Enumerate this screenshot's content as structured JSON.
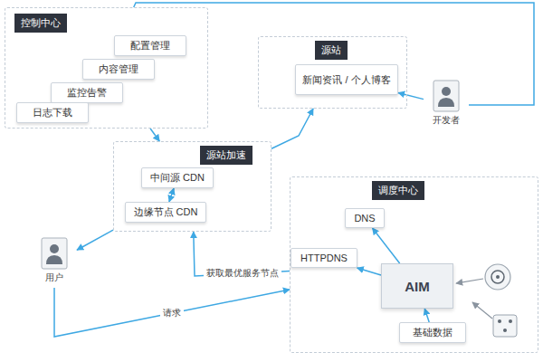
{
  "diagram": {
    "nodes": [
      {
        "text": [
          "控制中心"
        ]
      },
      {
        "text": [
          "配置管理"
        ],
        "in": 0
      },
      {
        "text": [
          "内容管理"
        ],
        "in": 0
      },
      {
        "text": [
          "监控告警"
        ],
        "in": 0
      },
      {
        "text": [
          "日志下载"
        ],
        "in": 0
      },
      {
        "text": [
          "源站"
        ]
      },
      {
        "text": [
          "新闻资讯 / 个人博客"
        ],
        "in": 5
      },
      {
        "text": [
          "开发者"
        ]
      },
      {
        "text": [
          "源站加速"
        ]
      },
      {
        "text": [
          "中间源 CDN"
        ],
        "in": 8
      },
      {
        "text": [
          "边缘节点 CDN"
        ],
        "in": 8
      },
      {
        "text": [
          "用户"
        ]
      },
      {
        "text": [
          "调度中心"
        ]
      },
      {
        "text": [
          "DNS"
        ],
        "in": 12
      },
      {
        "text": [
          "HTTPDNS"
        ],
        "in": 12
      },
      {
        "text": [
          "AIM"
        ],
        "in": 12
      },
      {
        "text": [
          "基础数据"
        ],
        "in": 12
      }
    ],
    "edges": [
      {
        "from": 7,
        "to": 6,
        "arrow": "to"
      },
      {
        "from": 7,
        "to": 0,
        "arrow": "none"
      },
      {
        "from": 0,
        "to": 8,
        "arrow": "to"
      },
      {
        "from": 8,
        "to": 5,
        "arrow": "to"
      },
      {
        "from": 9,
        "to": 10,
        "arrow": "both"
      },
      {
        "from": 8,
        "to": 11,
        "arrow": "to"
      },
      {
        "from": 12,
        "to": 8,
        "arrow": "to",
        "label": "获取最优服务节点"
      },
      {
        "from": 11,
        "to": 12,
        "arrow": "to",
        "label": "请求"
      },
      {
        "from": 15,
        "to": 13,
        "arrow": "to"
      },
      {
        "from": 15,
        "to": 14,
        "arrow": "to"
      },
      {
        "from": 16,
        "to": 15,
        "arrow": "to"
      }
    ]
  }
}
